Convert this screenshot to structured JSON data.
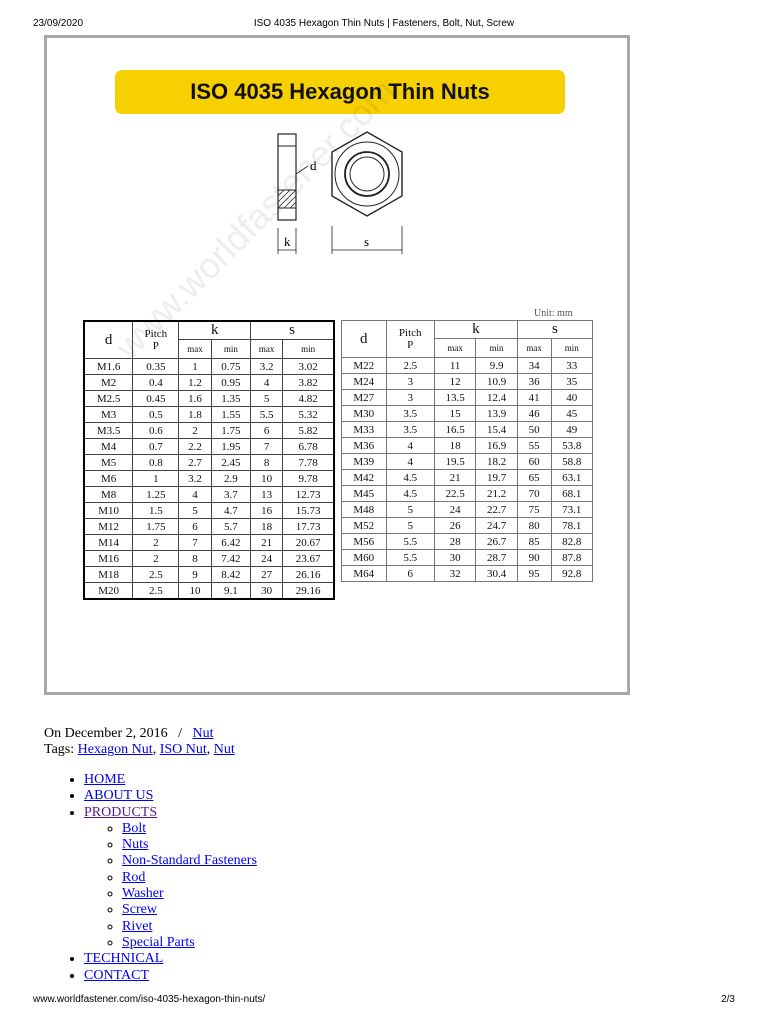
{
  "print_header": {
    "date": "23/09/2020",
    "title": "ISO 4035 Hexagon Thin Nuts | Fasteners, Bolt, Nut, Screw"
  },
  "print_footer": {
    "url": "www.worldfastener.com/iso-4035-hexagon-thin-nuts/",
    "page": "2/3"
  },
  "figure": {
    "banner": "ISO 4035 Hexagon Thin Nuts",
    "drawing_labels": {
      "d": "d",
      "k": "k",
      "s": "s"
    },
    "watermark": "www.worldfastener.com",
    "units": "Unit: mm",
    "headers": {
      "d": "d",
      "pitch": "Pitch",
      "pitch_symbol": "P",
      "k": "k",
      "s": "s",
      "max": "max",
      "min": "min"
    },
    "left_rows": [
      [
        "M1.6",
        "0.35",
        "1",
        "0.75",
        "3.2",
        "3.02"
      ],
      [
        "M2",
        "0.4",
        "1.2",
        "0.95",
        "4",
        "3.82"
      ],
      [
        "M2.5",
        "0.45",
        "1.6",
        "1.35",
        "5",
        "4.82"
      ],
      [
        "M3",
        "0.5",
        "1.8",
        "1.55",
        "5.5",
        "5.32"
      ],
      [
        "M3.5",
        "0.6",
        "2",
        "1.75",
        "6",
        "5.82"
      ],
      [
        "M4",
        "0.7",
        "2.2",
        "1.95",
        "7",
        "6.78"
      ],
      [
        "M5",
        "0.8",
        "2.7",
        "2.45",
        "8",
        "7.78"
      ],
      [
        "M6",
        "1",
        "3.2",
        "2.9",
        "10",
        "9.78"
      ],
      [
        "M8",
        "1.25",
        "4",
        "3.7",
        "13",
        "12.73"
      ],
      [
        "M10",
        "1.5",
        "5",
        "4.7",
        "16",
        "15.73"
      ],
      [
        "M12",
        "1.75",
        "6",
        "5.7",
        "18",
        "17.73"
      ],
      [
        "M14",
        "2",
        "7",
        "6.42",
        "21",
        "20.67"
      ],
      [
        "M16",
        "2",
        "8",
        "7.42",
        "24",
        "23.67"
      ],
      [
        "M18",
        "2.5",
        "9",
        "8.42",
        "27",
        "26.16"
      ],
      [
        "M20",
        "2.5",
        "10",
        "9.1",
        "30",
        "29.16"
      ]
    ],
    "right_rows": [
      [
        "M22",
        "2.5",
        "11",
        "9.9",
        "34",
        "33"
      ],
      [
        "M24",
        "3",
        "12",
        "10.9",
        "36",
        "35"
      ],
      [
        "M27",
        "3",
        "13.5",
        "12.4",
        "41",
        "40"
      ],
      [
        "M30",
        "3.5",
        "15",
        "13.9",
        "46",
        "45"
      ],
      [
        "M33",
        "3.5",
        "16.5",
        "15.4",
        "50",
        "49"
      ],
      [
        "M36",
        "4",
        "18",
        "16.9",
        "55",
        "53.8"
      ],
      [
        "M39",
        "4",
        "19.5",
        "18.2",
        "60",
        "58.8"
      ],
      [
        "M42",
        "4.5",
        "21",
        "19.7",
        "65",
        "63.1"
      ],
      [
        "M45",
        "4.5",
        "22.5",
        "21.2",
        "70",
        "68.1"
      ],
      [
        "M48",
        "5",
        "24",
        "22.7",
        "75",
        "73.1"
      ],
      [
        "M52",
        "5",
        "26",
        "24.7",
        "80",
        "78.1"
      ],
      [
        "M56",
        "5.5",
        "28",
        "26.7",
        "85",
        "82.8"
      ],
      [
        "M60",
        "5.5",
        "30",
        "28.7",
        "90",
        "87.8"
      ],
      [
        "M64",
        "6",
        "32",
        "30.4",
        "95",
        "92.8"
      ]
    ]
  },
  "meta": {
    "posted_prefix": "On December 2, 2016",
    "separator": "/",
    "category": "Nut",
    "tags_label": "Tags:",
    "tags": [
      "Hexagon Nut",
      "ISO Nut",
      "Nut"
    ]
  },
  "nav": {
    "items": [
      {
        "label": "HOME"
      },
      {
        "label": "ABOUT US"
      },
      {
        "label": "PRODUCTS",
        "children": [
          "Bolt",
          "Nuts",
          "Non-Standard Fasteners",
          "Rod",
          "Washer",
          "Screw",
          "Rivet",
          "Special Parts"
        ]
      },
      {
        "label": "TECHNICAL"
      },
      {
        "label": "CONTACT"
      }
    ]
  }
}
